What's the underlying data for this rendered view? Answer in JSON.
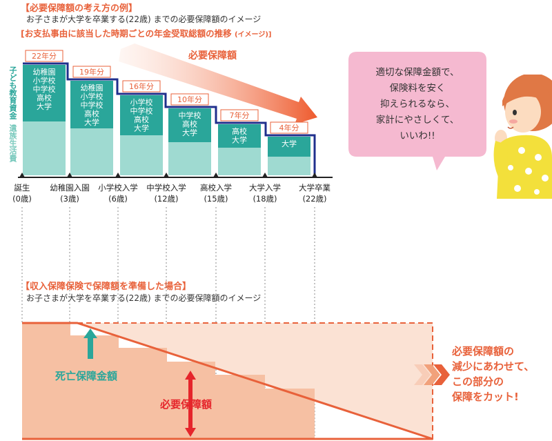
{
  "section1": {
    "title": "【必要保障額の考え方の例】",
    "subtitle": "お子さまが大学を卒業する(22歳) までの必要保障額のイメージ",
    "subtitle2": "[お支払事由に該当した時期ごとの年金受取総額の推移",
    "subtitle2_note": "(イメージ)]",
    "arrow_label": "必要保障額",
    "ylabel_top": "子ども教育資金",
    "ylabel_bottom": "遺族生活費"
  },
  "stages": [
    {
      "years": "22年分",
      "schools": [
        "幼稚園",
        "小学校",
        "中学校",
        "高校",
        "大学"
      ]
    },
    {
      "years": "19年分",
      "schools": [
        "幼稚園",
        "小学校",
        "中学校",
        "高校",
        "大学"
      ]
    },
    {
      "years": "16年分",
      "schools": [
        "小学校",
        "中学校",
        "高校",
        "大学"
      ]
    },
    {
      "years": "10年分",
      "schools": [
        "中学校",
        "高校",
        "大学"
      ]
    },
    {
      "years": "7年分",
      "schools": [
        "高校",
        "大学"
      ]
    },
    {
      "years": "4年分",
      "schools": [
        "大学"
      ]
    }
  ],
  "milestones": [
    {
      "label": "誕生",
      "age": "(0歳)"
    },
    {
      "label": "幼稚園入園",
      "age": "(3歳)"
    },
    {
      "label": "小学校入学",
      "age": "(6歳)"
    },
    {
      "label": "中学校入学",
      "age": "(12歳)"
    },
    {
      "label": "高校入学",
      "age": "(15歳)"
    },
    {
      "label": "大学入学",
      "age": "(18歳)"
    },
    {
      "label": "大学卒業",
      "age": "(22歳)"
    }
  ],
  "speech": {
    "lines": [
      "適切な保障金額で、",
      "保険料を安く",
      "抑えられるなら、",
      "家計にやさしくて、",
      "いいわ!!"
    ]
  },
  "section2": {
    "title": "【収入保障保険で保障額を準備した場合】",
    "subtitle": "お子さまが大学を卒業する(22歳) までの必要保障額のイメージ",
    "death_benefit": "死亡保障金額",
    "required": "必要保障額",
    "cut_lines": [
      "必要保障額の",
      "減少にあわせて、",
      "この部分の",
      "保障をカット!"
    ]
  },
  "colors": {
    "accent": "#e8613a",
    "teal": "#2aa69a",
    "teal_light": "#9fdad1",
    "navy": "#1f2f8c",
    "salmon": "#f7c2a5",
    "pink": "#f5b9d0",
    "red": "#e5252b"
  }
}
